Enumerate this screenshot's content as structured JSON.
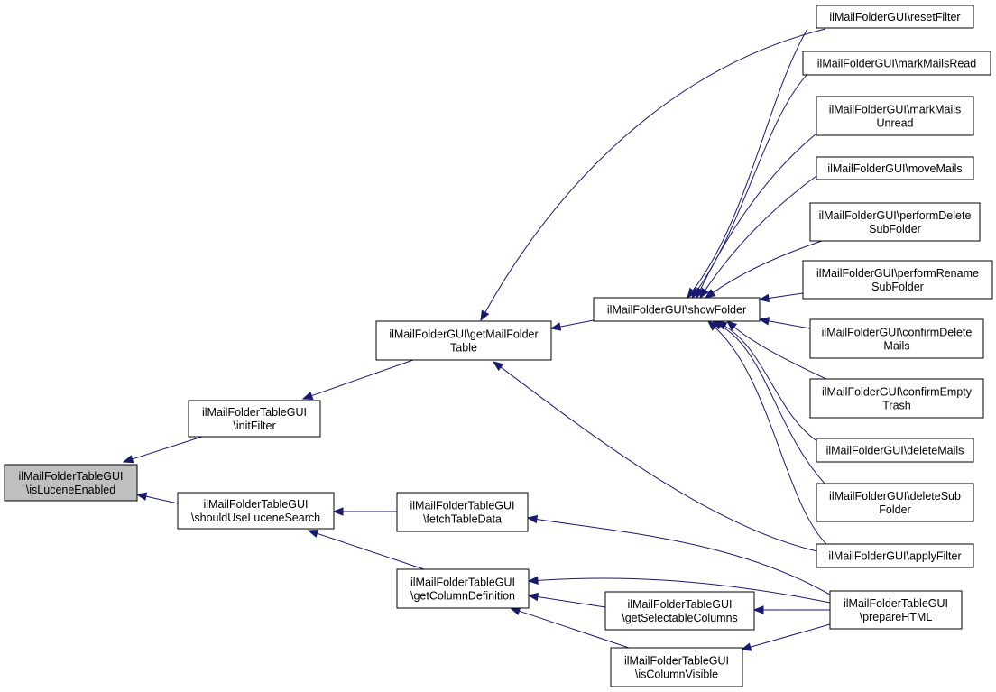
{
  "graph": {
    "nodes": [
      {
        "id": "isLuceneEnabled",
        "lines": [
          "ilMailFolderTableGUI",
          "\\isLuceneEnabled"
        ],
        "highlighted": true
      },
      {
        "id": "initFilter",
        "lines": [
          "ilMailFolderTableGUI",
          "\\initFilter"
        ]
      },
      {
        "id": "shouldUseLuceneSearch",
        "lines": [
          "ilMailFolderTableGUI",
          "\\shouldUseLuceneSearch"
        ]
      },
      {
        "id": "getMailFolderTable",
        "lines": [
          "ilMailFolderGUI\\getMailFolder",
          "Table"
        ]
      },
      {
        "id": "fetchTableData",
        "lines": [
          "ilMailFolderTableGUI",
          "\\fetchTableData"
        ]
      },
      {
        "id": "getColumnDefinition",
        "lines": [
          "ilMailFolderTableGUI",
          "\\getColumnDefinition"
        ]
      },
      {
        "id": "showFolder",
        "lines": [
          "ilMailFolderGUI\\showFolder"
        ]
      },
      {
        "id": "getSelectableColumns",
        "lines": [
          "ilMailFolderTableGUI",
          "\\getSelectableColumns"
        ]
      },
      {
        "id": "isColumnVisible",
        "lines": [
          "ilMailFolderTableGUI",
          "\\isColumnVisible"
        ]
      },
      {
        "id": "resetFilter",
        "lines": [
          "ilMailFolderGUI\\resetFilter"
        ]
      },
      {
        "id": "markMailsRead",
        "lines": [
          "ilMailFolderGUI\\markMailsRead"
        ]
      },
      {
        "id": "markMailsUnread",
        "lines": [
          "ilMailFolderGUI\\markMails",
          "Unread"
        ]
      },
      {
        "id": "moveMails",
        "lines": [
          "ilMailFolderGUI\\moveMails"
        ]
      },
      {
        "id": "performDeleteSubFolder",
        "lines": [
          "ilMailFolderGUI\\performDelete",
          "SubFolder"
        ]
      },
      {
        "id": "performRenameSubFolder",
        "lines": [
          "ilMailFolderGUI\\performRename",
          "SubFolder"
        ]
      },
      {
        "id": "confirmDeleteMails",
        "lines": [
          "ilMailFolderGUI\\confirmDelete",
          "Mails"
        ]
      },
      {
        "id": "confirmEmptyTrash",
        "lines": [
          "ilMailFolderGUI\\confirmEmpty",
          "Trash"
        ]
      },
      {
        "id": "deleteMails",
        "lines": [
          "ilMailFolderGUI\\deleteMails"
        ]
      },
      {
        "id": "deleteSubFolder",
        "lines": [
          "ilMailFolderGUI\\deleteSub",
          "Folder"
        ]
      },
      {
        "id": "applyFilter",
        "lines": [
          "ilMailFolderGUI\\applyFilter"
        ]
      },
      {
        "id": "prepareHTML",
        "lines": [
          "ilMailFolderTableGUI",
          "\\prepareHTML"
        ]
      }
    ],
    "edges": [
      {
        "from": "initFilter",
        "to": "isLuceneEnabled"
      },
      {
        "from": "shouldUseLuceneSearch",
        "to": "isLuceneEnabled"
      },
      {
        "from": "getMailFolderTable",
        "to": "initFilter"
      },
      {
        "from": "fetchTableData",
        "to": "shouldUseLuceneSearch"
      },
      {
        "from": "getColumnDefinition",
        "to": "shouldUseLuceneSearch"
      },
      {
        "from": "resetFilter",
        "to": "getMailFolderTable"
      },
      {
        "from": "showFolder",
        "to": "getMailFolderTable"
      },
      {
        "from": "applyFilter",
        "to": "getMailFolderTable"
      },
      {
        "from": "prepareHTML",
        "to": "fetchTableData"
      },
      {
        "from": "prepareHTML",
        "to": "getColumnDefinition"
      },
      {
        "from": "getSelectableColumns",
        "to": "getColumnDefinition"
      },
      {
        "from": "isColumnVisible",
        "to": "getColumnDefinition"
      },
      {
        "from": "resetFilter",
        "to": "showFolder"
      },
      {
        "from": "markMailsRead",
        "to": "showFolder"
      },
      {
        "from": "markMailsUnread",
        "to": "showFolder"
      },
      {
        "from": "moveMails",
        "to": "showFolder"
      },
      {
        "from": "performDeleteSubFolder",
        "to": "showFolder"
      },
      {
        "from": "performRenameSubFolder",
        "to": "showFolder"
      },
      {
        "from": "confirmDeleteMails",
        "to": "showFolder"
      },
      {
        "from": "confirmEmptyTrash",
        "to": "showFolder"
      },
      {
        "from": "deleteMails",
        "to": "showFolder"
      },
      {
        "from": "deleteSubFolder",
        "to": "showFolder"
      },
      {
        "from": "applyFilter",
        "to": "showFolder"
      },
      {
        "from": "prepareHTML",
        "to": "getSelectableColumns"
      },
      {
        "from": "prepareHTML",
        "to": "isColumnVisible"
      }
    ]
  },
  "colors": {
    "edge": "#191970",
    "node_border": "#000000",
    "node_fill": "#ffffff",
    "highlighted_fill": "#bfbfbf"
  }
}
